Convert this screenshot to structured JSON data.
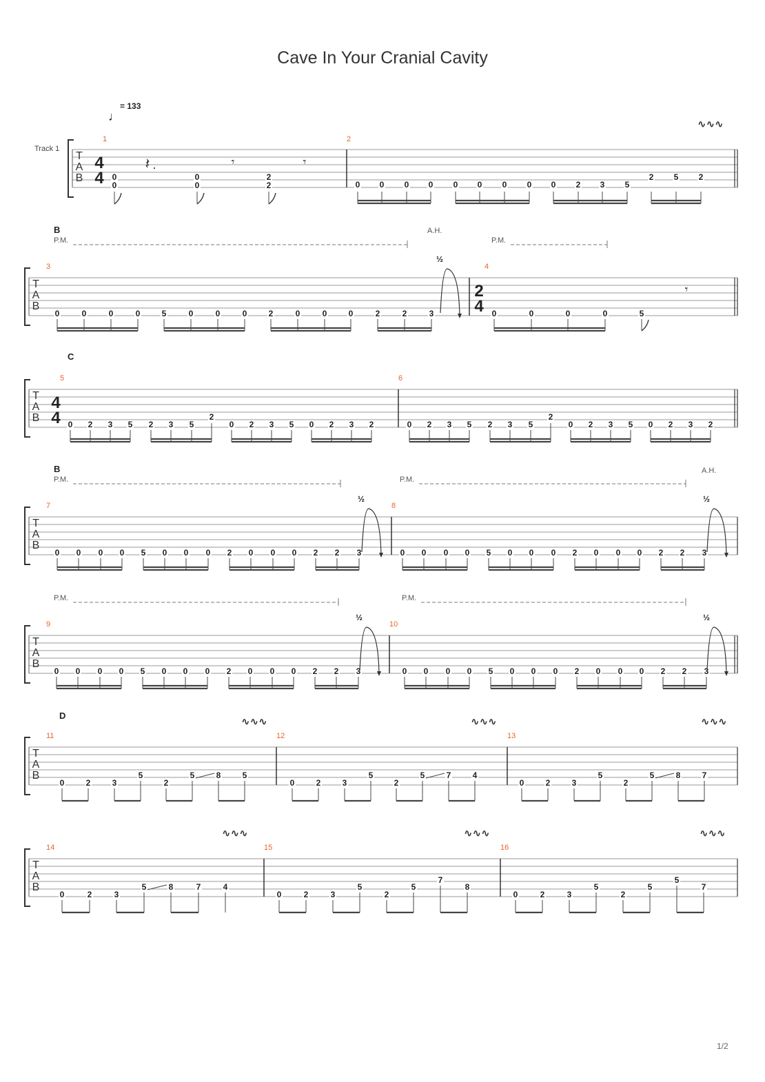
{
  "title": "Cave In Your Cranial Cavity",
  "page": "1/2",
  "tempo": {
    "symbol": "♩",
    "bpm_text": "= 133"
  },
  "track_name": "Track 1",
  "clef": [
    "T",
    "A",
    "B"
  ],
  "time_signatures": {
    "m1": [
      "4",
      "4"
    ],
    "m4": [
      "2",
      "4"
    ],
    "m5": [
      "4",
      "4"
    ]
  },
  "annotations": {
    "section_labels": [
      "B",
      "C",
      "B",
      "D"
    ],
    "palm_mute": "P.M.",
    "artificial_harmonic": "A.H.",
    "bend": "½",
    "vibrato": "∿∿∿"
  },
  "colors": {
    "measure_number": "#e8642a",
    "staff_line": "#9a9a9a",
    "text": "#222222"
  },
  "measures": [
    {
      "number": "1",
      "notes": [
        "0",
        "0",
        "0",
        "0",
        "2",
        "2"
      ]
    },
    {
      "number": "2",
      "notes": [
        "0",
        "0",
        "0",
        "0",
        "0",
        "0",
        "0",
        "0",
        "0",
        "2",
        "3",
        "5",
        "2",
        "5",
        "2"
      ]
    },
    {
      "number": "3",
      "notes": [
        "0",
        "0",
        "0",
        "0",
        "5",
        "0",
        "0",
        "0",
        "2",
        "0",
        "0",
        "0",
        "2",
        "2",
        "3"
      ]
    },
    {
      "number": "4",
      "notes": [
        "0",
        "0",
        "0",
        "0",
        "5"
      ]
    },
    {
      "number": "5",
      "notes": [
        "0",
        "2",
        "3",
        "5",
        "2",
        "3",
        "5",
        "2",
        "0",
        "2",
        "3",
        "5",
        "0",
        "2",
        "3",
        "2"
      ]
    },
    {
      "number": "6",
      "notes": [
        "0",
        "2",
        "3",
        "5",
        "2",
        "3",
        "5",
        "2",
        "0",
        "2",
        "3",
        "5",
        "0",
        "2",
        "3",
        "2"
      ]
    },
    {
      "number": "7",
      "notes": [
        "0",
        "0",
        "0",
        "0",
        "5",
        "0",
        "0",
        "0",
        "2",
        "0",
        "0",
        "0",
        "2",
        "2",
        "3"
      ]
    },
    {
      "number": "8",
      "notes": [
        "0",
        "0",
        "0",
        "0",
        "5",
        "0",
        "0",
        "0",
        "2",
        "0",
        "0",
        "0",
        "2",
        "2",
        "3"
      ]
    },
    {
      "number": "9",
      "notes": [
        "0",
        "0",
        "0",
        "0",
        "5",
        "0",
        "0",
        "0",
        "2",
        "0",
        "0",
        "0",
        "2",
        "2",
        "3"
      ]
    },
    {
      "number": "10",
      "notes": [
        "0",
        "0",
        "0",
        "0",
        "5",
        "0",
        "0",
        "0",
        "2",
        "0",
        "0",
        "0",
        "2",
        "2",
        "3"
      ]
    },
    {
      "number": "11",
      "notes": [
        "0",
        "2",
        "3",
        "5",
        "2",
        "5",
        "8",
        "5"
      ]
    },
    {
      "number": "12",
      "notes": [
        "0",
        "2",
        "3",
        "5",
        "2",
        "5",
        "7",
        "4"
      ]
    },
    {
      "number": "13",
      "notes": [
        "0",
        "2",
        "3",
        "5",
        "2",
        "5",
        "8",
        "7"
      ]
    },
    {
      "number": "14",
      "notes": [
        "0",
        "2",
        "3",
        "5",
        "8",
        "7",
        "4"
      ]
    },
    {
      "number": "15",
      "notes": [
        "0",
        "2",
        "3",
        "5",
        "2",
        "5",
        "7",
        "8"
      ]
    },
    {
      "number": "16",
      "notes": [
        "0",
        "2",
        "3",
        "5",
        "2",
        "5",
        "5",
        "7"
      ]
    }
  ]
}
